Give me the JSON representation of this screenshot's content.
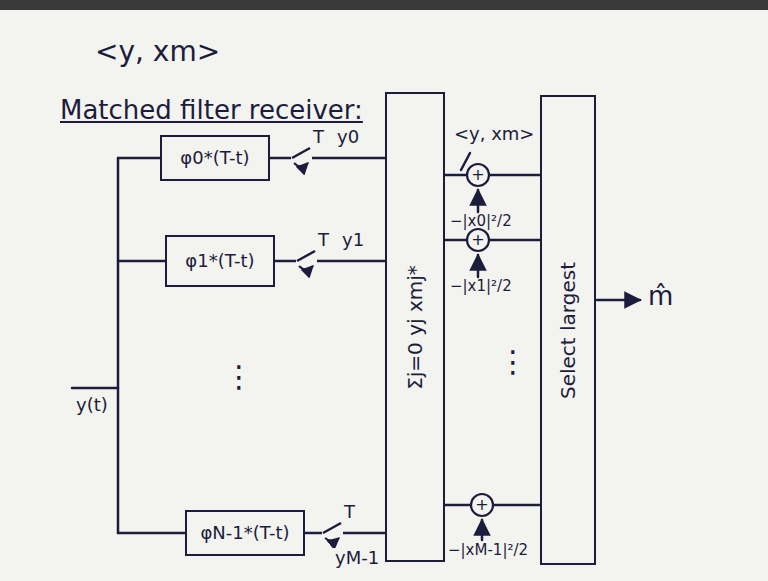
{
  "diagram": {
    "nodes": [
      {
        "text": [
          "φ0*(T-t)"
        ]
      },
      {
        "text": [
          "φ1*(T-t)"
        ]
      },
      {
        "text": [
          "φN-1*(T-t)"
        ]
      },
      {
        "text": [
          "Σj=0 yj xmj*"
        ]
      },
      {
        "text": [
          "+"
        ]
      },
      {
        "text": [
          "+"
        ]
      },
      {
        "text": [
          "+"
        ]
      },
      {
        "text": [
          "Select largest"
        ]
      }
    ],
    "edges": [
      {
        "from": 0,
        "to": 3,
        "arrow": "none",
        "label": "y0"
      },
      {
        "from": 1,
        "to": 3,
        "arrow": "none",
        "label": "y1"
      },
      {
        "from": 2,
        "to": 3,
        "arrow": "none",
        "label": "yM-1"
      },
      {
        "from": 3,
        "to": 4,
        "arrow": "none",
        "label": "<y, xm>"
      },
      {
        "from": 3,
        "to": 5,
        "arrow": "none"
      },
      {
        "from": 3,
        "to": 6,
        "arrow": "none"
      },
      {
        "from": 4,
        "to": 7,
        "arrow": "none"
      },
      {
        "from": 5,
        "to": 7,
        "arrow": "none"
      },
      {
        "from": 6,
        "to": 7,
        "arrow": "none"
      }
    ],
    "labels": [
      "<y, xm>",
      "Matched filter receiver:",
      "y(t)",
      "T",
      "T",
      "T",
      "⋮",
      "⋮",
      "−|x0|²/2",
      "−|x1|²/2",
      "−|xM-1|²/2",
      "m̂"
    ]
  }
}
